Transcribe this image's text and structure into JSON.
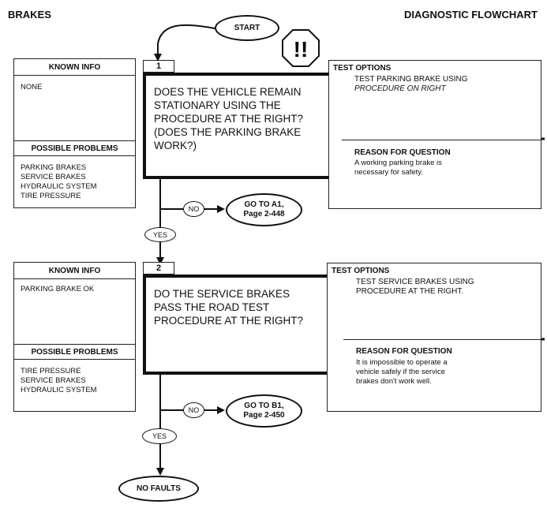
{
  "header": {
    "left_title": "BRAKES",
    "right_title": "DIAGNOSTIC FLOWCHART"
  },
  "start_label": "START",
  "stop_sign_text": "!!",
  "steps": [
    {
      "number": "1",
      "known_info_title": "KNOWN INFO",
      "known_info": [
        "NONE"
      ],
      "possible_problems_title": "POSSIBLE PROBLEMS",
      "possible_problems": [
        "PARKING BRAKES",
        "SERVICE BRAKES",
        "HYDRAULIC SYSTEM",
        "TIRE PRESSURE"
      ],
      "question": [
        "DOES THE VEHICLE REMAIN",
        "STATIONARY USING THE",
        "PROCEDURE AT THE RIGHT?",
        "(DOES THE PARKING BRAKE",
        "WORK?)"
      ],
      "test_options_title": "TEST OPTIONS",
      "test_options": [
        "TEST PARKING BRAKE USING",
        "PROCEDURE ON RIGHT"
      ],
      "reason_title": "REASON FOR QUESTION",
      "reason": [
        "A working parking brake is",
        "necessary for safety."
      ],
      "no_label": "NO",
      "goto": [
        "GO TO A1,",
        "Page 2-448"
      ],
      "yes_label": "YES"
    },
    {
      "number": "2",
      "known_info_title": "KNOWN INFO",
      "known_info": [
        "PARKING BRAKE OK"
      ],
      "possible_problems_title": "POSSIBLE PROBLEMS",
      "possible_problems": [
        "TIRE PRESSURE",
        "SERVICE BRAKES",
        "HYDRAULIC SYSTEM"
      ],
      "question": [
        "DO THE SERVICE BRAKES",
        "PASS THE ROAD TEST",
        "PROCEDURE AT THE RIGHT?"
      ],
      "test_options_title": "TEST OPTIONS",
      "test_options": [
        "TEST SERVICE BRAKES USING",
        "PROCEDURE AT THE RIGHT."
      ],
      "reason_title": "REASON FOR QUESTION",
      "reason": [
        "It is impossible to operate a",
        "vehicle safely if the service",
        "brakes don't work well."
      ],
      "no_label": "NO",
      "goto": [
        "GO TO B1,",
        "Page 2-450"
      ],
      "yes_label": "YES"
    }
  ],
  "end_label": "NO FAULTS"
}
